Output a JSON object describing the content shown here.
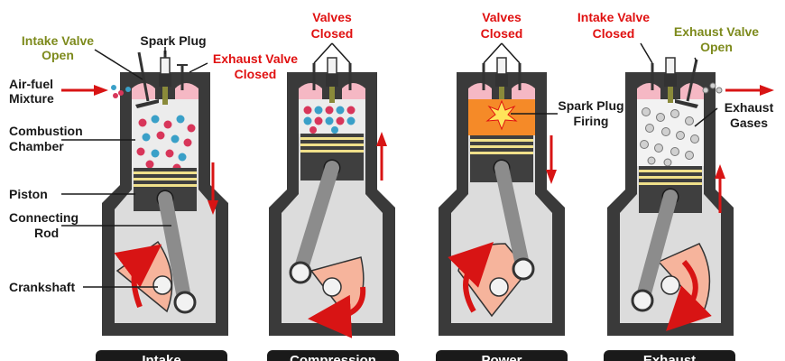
{
  "colors": {
    "block": "#3a3a3a",
    "chamber": "#e8e8e8",
    "crankcase": "#dcdcdc",
    "piston": "#3f3f3f",
    "rings": "#f0e08a",
    "rod": "#8c8c8c",
    "crank_weight": "#f6b49c",
    "arrow": "#d81414",
    "gas_red": "#d8365a",
    "gas_blue": "#3aa0c8",
    "exhaust_gas": "#d0d0d0",
    "ignition": "#f58a28",
    "valve_seat": "#f5b8c4"
  },
  "labels": {
    "intake_valve_open": [
      "Intake Valve",
      "Open"
    ],
    "spark_plug": "Spark Plug",
    "exhaust_valve_closed": [
      "Exhaust Valve",
      "Closed"
    ],
    "air_fuel_mixture": [
      "Air-fuel",
      "Mixture"
    ],
    "combustion_chamber": [
      "Combustion",
      "Chamber"
    ],
    "piston": "Piston",
    "connecting_rod": [
      "Connecting",
      "Rod"
    ],
    "crankshaft": "Crankshaft",
    "valves_closed_compression": [
      "Valves",
      "Closed"
    ],
    "valves_closed_power": [
      "Valves",
      "Closed"
    ],
    "spark_plug_firing": [
      "Spark Plug",
      "Firing"
    ],
    "intake_valve_closed": [
      "Intake Valve",
      "Closed"
    ],
    "exhaust_valve_open": [
      "Exhaust Valve",
      "Open"
    ],
    "exhaust_gases": [
      "Exhaust",
      "Gases"
    ]
  },
  "stages": [
    {
      "name": "Intake",
      "piston_motion": "down",
      "icon": "down-arrow-icon"
    },
    {
      "name": "Compression",
      "piston_motion": "up",
      "icon": "up-arrow-icon"
    },
    {
      "name": "Power",
      "piston_motion": "down",
      "icon": "down-arrow-icon"
    },
    {
      "name": "Exhaust",
      "piston_motion": "up",
      "icon": "up-arrow-icon"
    }
  ]
}
